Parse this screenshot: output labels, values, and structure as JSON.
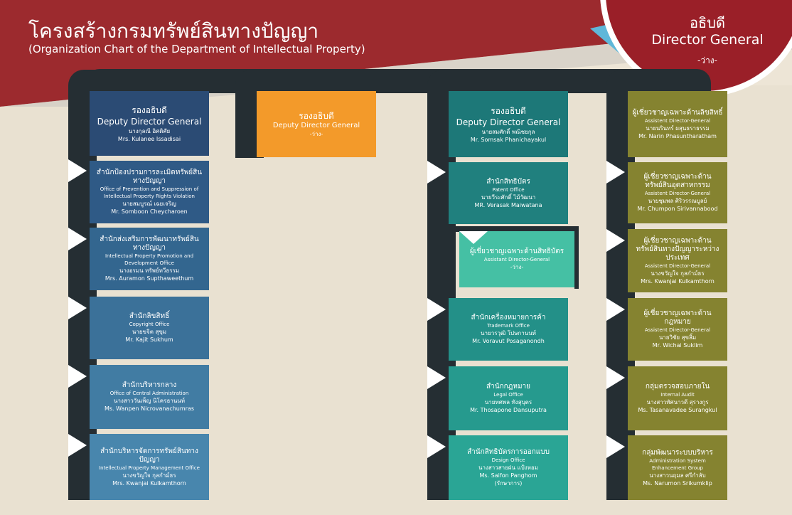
{
  "header": {
    "title_th": "โครงสร้างกรมทรัพย์สินทางปัญญา",
    "title_en": "(Organization Chart of the Department of Intellectual Property)"
  },
  "director": {
    "title_th": "อธิบดี",
    "title_en": "Director General",
    "status": "-ว่าง-"
  },
  "colors": {
    "header_red": "#9c2a2e",
    "blue": "#2f5a86",
    "orange": "#f39a2a",
    "teal": "#20807e",
    "olive": "#858330",
    "rail": "#252e33"
  },
  "col1": {
    "head": {
      "th": "รองอธิบดี",
      "en": "Deputy Director General",
      "name_th": "นางกุลณี อิศดิศัย",
      "name_en": "Mrs. Kulanee Issadisai"
    },
    "items": [
      {
        "th": "สำนักป้องปรามการละเมิดทรัพย์สินทางปัญญา",
        "en": "Office of Prevention and Suppression of Intellectual Property Rights Violation",
        "name_th": "นายสมบูรณ์ เฉยเจริญ",
        "name_en": "Mr. Somboon Cheycharoen"
      },
      {
        "th": "สำนักส่งเสริมการพัฒนาทรัพย์สินทางปัญญา",
        "en": "Intellectual Property Promotion and Development Office",
        "name_th": "นางอรมน ทรัพย์ทวีธรรม",
        "name_en": "Mrs. Auramon Supthaweethum"
      },
      {
        "th": "สำนักลิขสิทธิ์",
        "en": "Copyright Office",
        "name_th": "นายขจิต สุขุม",
        "name_en": "Mr. Kajit Sukhum"
      },
      {
        "th": "สำนักบริหารกลาง",
        "en": "Office of Central Administration",
        "name_th": "นางสาววันเพ็ญ นิโครธานนท์",
        "name_en": "Ms. Wanpen Nicrovanachumras"
      },
      {
        "th": "สำนักบริหารจัดการทรัพย์สินทางปัญญา",
        "en": "Intellectual Property Management Office",
        "name_th": "นางขวัญใจ กุลกำม์ธร",
        "name_en": "Mrs. Kwanjai Kulkamthorn"
      }
    ]
  },
  "col2": {
    "head": {
      "th": "รองอธิบดี",
      "en": "Deputy Director General",
      "status": "-ว่าง-"
    }
  },
  "col3": {
    "head": {
      "th": "รองอธิบดี",
      "en": "Deputy Director General",
      "name_th": "นายสมศักดิ์ พณิชยกุล",
      "name_en": "Mr. Somsak Phanichayakul"
    },
    "items": [
      {
        "th": "สำนักสิทธิบัตร",
        "en": "Patent Office",
        "name_th": "นายวีระศักดิ์ ไม้วัฒนา",
        "name_en": "MR. Verasak Maiwatana"
      },
      {
        "th": "ผู้เชี่ยวชาญเฉพาะด้านสิทธิบัตร",
        "en": "Assistant Director-General",
        "name_th": "-ว่าง-",
        "name_en": ""
      },
      {
        "th": "สำนักเครื่องหมายการค้า",
        "en": "Trademark Office",
        "name_th": "นายวรวุฒิ โปษกานนท์",
        "name_en": "Mr. Voravut Posaganondh"
      },
      {
        "th": "สำนักกฎหมาย",
        "en": "Legal Office",
        "name_th": "นายทศพล ทังสุบุตร",
        "name_en": "Mr. Thosapone Dansuputra"
      },
      {
        "th": "สำนักสิทธิบัตรการออกแบบ",
        "en": "Design Office",
        "name_th": "นางสาวสายฝน แป้งหอม",
        "name_en": "Ms. Saifon Panghom",
        "note": "(รักษาการ)"
      }
    ]
  },
  "col4": {
    "items": [
      {
        "th": "ผู้เชี่ยวชาญเฉพาะด้านลิขสิทธิ์",
        "en": "Assistent Director-General",
        "name_th": "นายนรินทร์ ผสุนธราธรรม",
        "name_en": "Mr. Narin Phasuntharatham"
      },
      {
        "th": "ผู้เชี่ยวชาญเฉพาะด้านทรัพย์สินอุตสาหกรรม",
        "en": "Assistent Director-General",
        "name_th": "นายชุมพล ศิริวรรณบูลย์",
        "name_en": "Mr. Chumpon Sirivannabood"
      },
      {
        "th": "ผู้เชี่ยวชาญเฉพาะด้านทรัพย์สินทางปัญญาระหว่างประเทศ",
        "en": "Assistent Director-General",
        "name_th": "นางขวัญใจ กุลกำม์ธร",
        "name_en": "Mrs. Kwanjai Kulkamthorn"
      },
      {
        "th": "ผู้เชี่ยวชาญเฉพาะด้านกฎหมาย",
        "en": "Assistent Director-General",
        "name_th": "นายวิชัย สุขลิ้ม",
        "name_en": "Mr. Wichai Suklim"
      },
      {
        "th": "กลุ่มตรวจสอบภายใน",
        "en": "Internal Audit",
        "name_th": "นางสาวทัศนาวดี สุรางกูร",
        "name_en": "Ms. Tasanavadee Surangkul"
      },
      {
        "th": "กลุ่มพัฒนาระบบบริหาร",
        "en": "Administration System Enhancement Group",
        "name_th": "นางสาวนฤมล ศรีกำลับ",
        "name_en": "Ms. Narumon Srikumklip"
      }
    ]
  }
}
